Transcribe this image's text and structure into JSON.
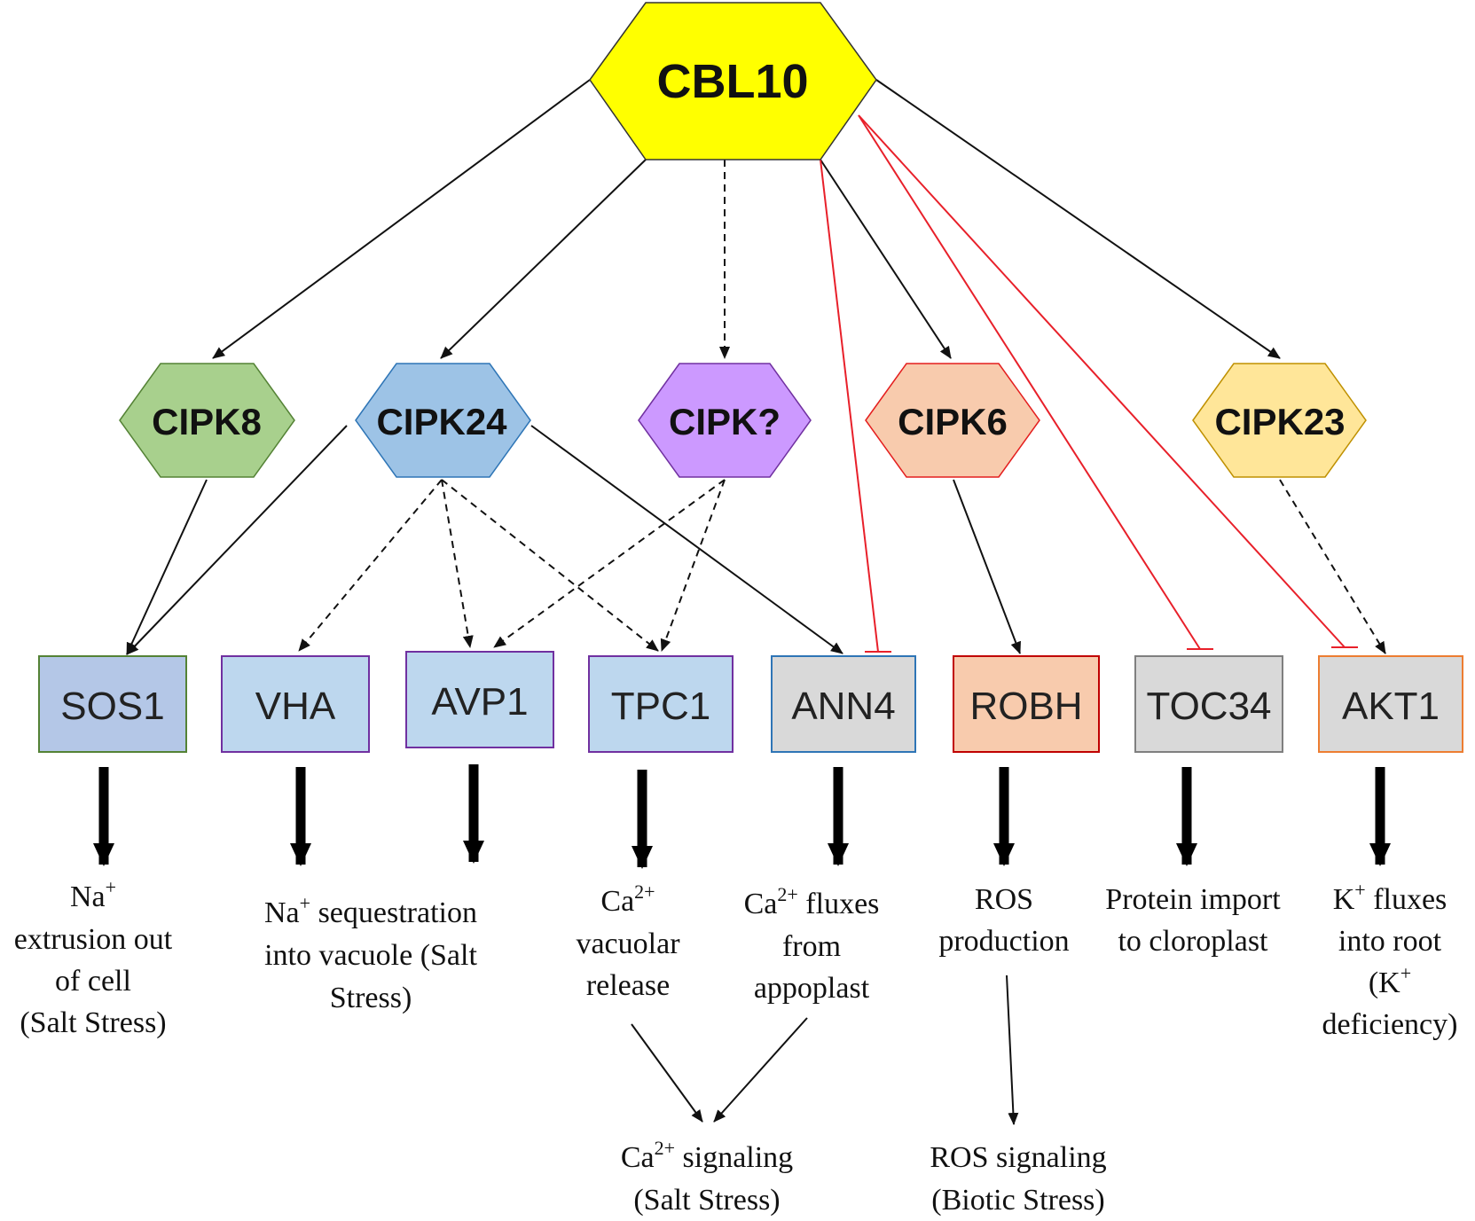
{
  "colors": {
    "cbl10_fill": "#FFFF00",
    "cipk8_fill": "#A8D08D",
    "cipk8_stroke": "#548235",
    "cipk24_fill": "#9DC3E6",
    "cipk24_stroke": "#2E75B6",
    "cipkq_fill": "#CC99FF",
    "cipkq_stroke": "#7030A0",
    "cipk6_fill": "#F8CBAD",
    "cipk6_stroke": "#E41E1E",
    "cipk23_fill": "#FFE699",
    "cipk23_stroke": "#BF9000",
    "inhibition": "#E8202A",
    "sos1_fill": "#B4C7E7",
    "sos1_stroke": "#548235",
    "light_blue_fill": "#BDD7EE",
    "purple_stroke": "#7030A0",
    "ann4_fill": "#D9D9D9",
    "ann4_stroke": "#2E75B6",
    "robh_fill": "#F8CBAD",
    "robh_stroke": "#C00000",
    "toc34_fill": "#D9D9D9",
    "toc34_stroke": "#7F7F7F",
    "akt1_fill": "#D9D9D9",
    "akt1_stroke": "#ED7D31"
  },
  "nodes": {
    "cbl10": "CBL10",
    "kinases": {
      "cipk8": "CIPK8",
      "cipk24": "CIPK24",
      "cipkq": "CIPK?",
      "cipk6": "CIPK6",
      "cipk23": "CIPK23"
    },
    "targets": {
      "sos1": "SOS1",
      "vha": "VHA",
      "avp1": "AVP1",
      "tpc1": "TPC1",
      "ann4": "ANN4",
      "robh": "ROBH",
      "toc34": "TOC34",
      "akt1": "AKT1"
    }
  },
  "outcomes": {
    "sos1": {
      "l1": "extrusion out",
      "l2": "of cell",
      "l3": "(Salt Stress)"
    },
    "vha": {
      "l1": "into vacuole (Salt",
      "l2": "Stress)"
    },
    "tpc1": {
      "l1": "vacuolar",
      "l2": "release"
    },
    "ann4": {
      "l1": "from",
      "l2": "appoplast"
    },
    "robh": {
      "l1": "ROS",
      "l2": "production"
    },
    "toc34": {
      "l1": "Protein import",
      "l2": "to cloroplast"
    },
    "akt1": {
      "l1": "into root",
      "l2": "deficiency)"
    }
  },
  "chem": {
    "na": "Na",
    "ca": "Ca",
    "k": "K",
    "plus": "+",
    "two_plus": "2+",
    "sequestration": " sequestration",
    "fluxes": " fluxes",
    "signaling": " signaling",
    "k_open": "(K"
  },
  "signaling": {
    "ca_sub": "(Salt Stress)",
    "ros_title": "ROS signaling",
    "ros_sub": "(Biotic Stress)"
  }
}
